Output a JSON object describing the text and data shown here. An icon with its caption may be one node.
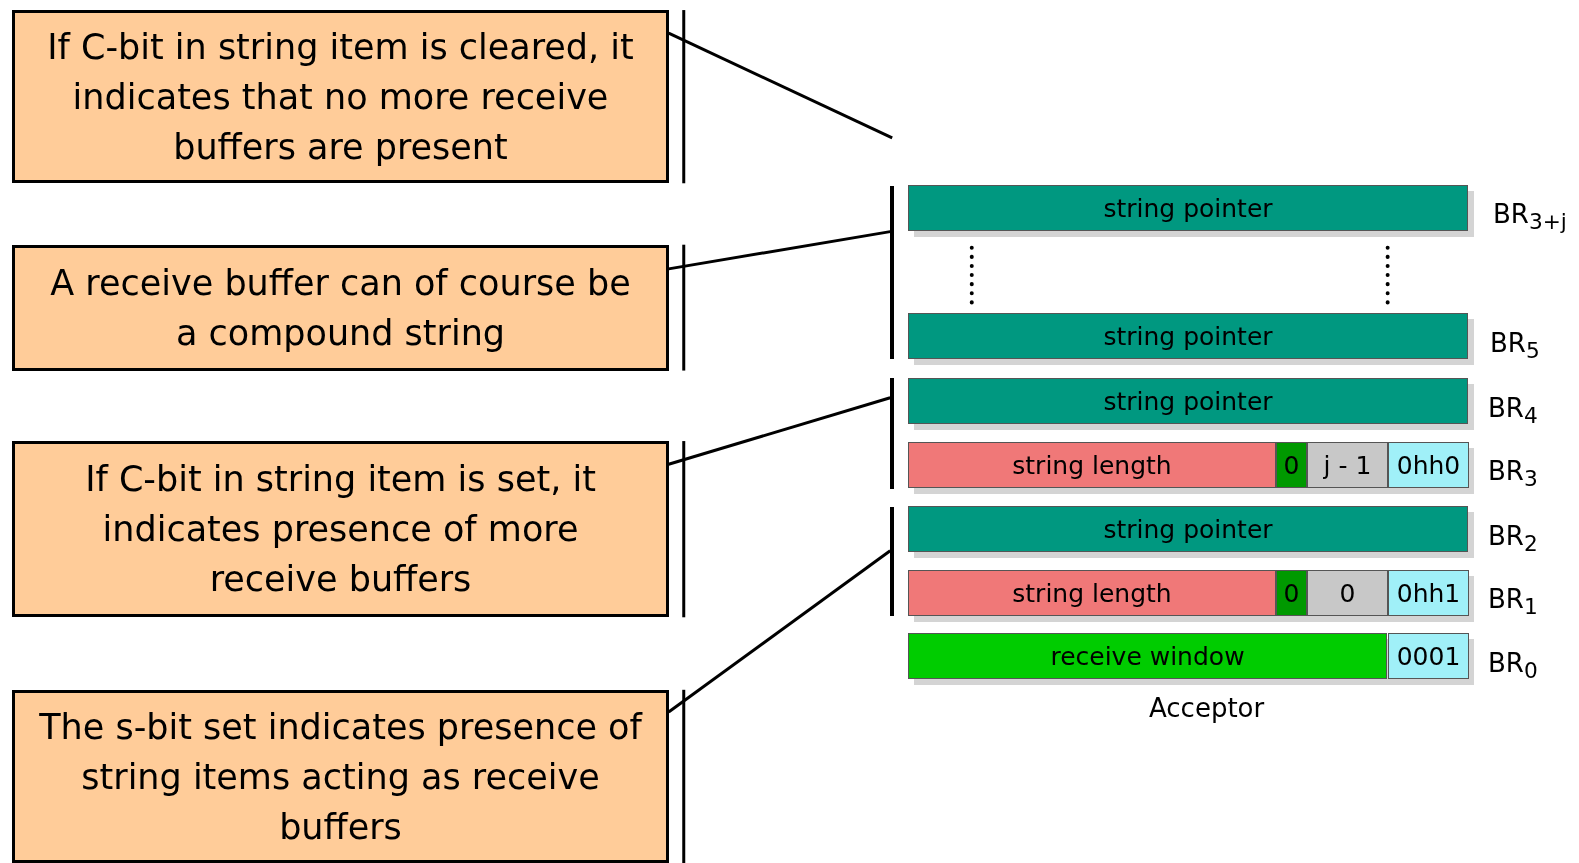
{
  "diagram": {
    "nodes": [
      {
        "text": [
          "If C-bit in string item is cleared, it indicates that no more receive buffers are present"
        ]
      },
      {
        "text": [
          "A receive buffer can of course be a compound string"
        ]
      },
      {
        "text": [
          "If C-bit in string item is set, it indicates presence of more receive buffers"
        ]
      },
      {
        "text": [
          "The s-bit set indicates presence of string items acting as receive buffers"
        ]
      },
      {
        "text": [],
        "shape": "bar"
      },
      {
        "text": [],
        "shape": "bar"
      },
      {
        "text": [],
        "shape": "bar"
      },
      {
        "text": [
          "string pointer"
        ]
      },
      {
        "text": [
          "string pointer"
        ]
      },
      {
        "text": [
          "string pointer"
        ]
      },
      {
        "text": [
          "string length"
        ]
      },
      {
        "text": [
          "0"
        ]
      },
      {
        "text": [
          "j - 1"
        ]
      },
      {
        "text": [
          "0hh0"
        ]
      },
      {
        "text": [
          "string pointer"
        ]
      },
      {
        "text": [
          "string length"
        ]
      },
      {
        "text": [
          "0"
        ]
      },
      {
        "text": [
          "0"
        ]
      },
      {
        "text": [
          "0hh1"
        ]
      },
      {
        "text": [
          "receive window"
        ]
      },
      {
        "text": [
          "0001"
        ]
      }
    ],
    "edges": [
      {
        "from": 0,
        "to": null,
        "arrow": "none"
      },
      {
        "from": 1,
        "to": 4,
        "arrow": "none"
      },
      {
        "from": 2,
        "to": 5,
        "arrow": "none"
      },
      {
        "from": 3,
        "to": 6,
        "arrow": "none"
      }
    ],
    "labels": [
      "BR$_{3+j}$",
      "BR$_{5}$",
      "BR$_{4}$",
      "BR$_{3}$",
      "BR$_{2}$",
      "BR$_{1}$",
      "BR$_{0}$",
      "Acceptor"
    ]
  }
}
